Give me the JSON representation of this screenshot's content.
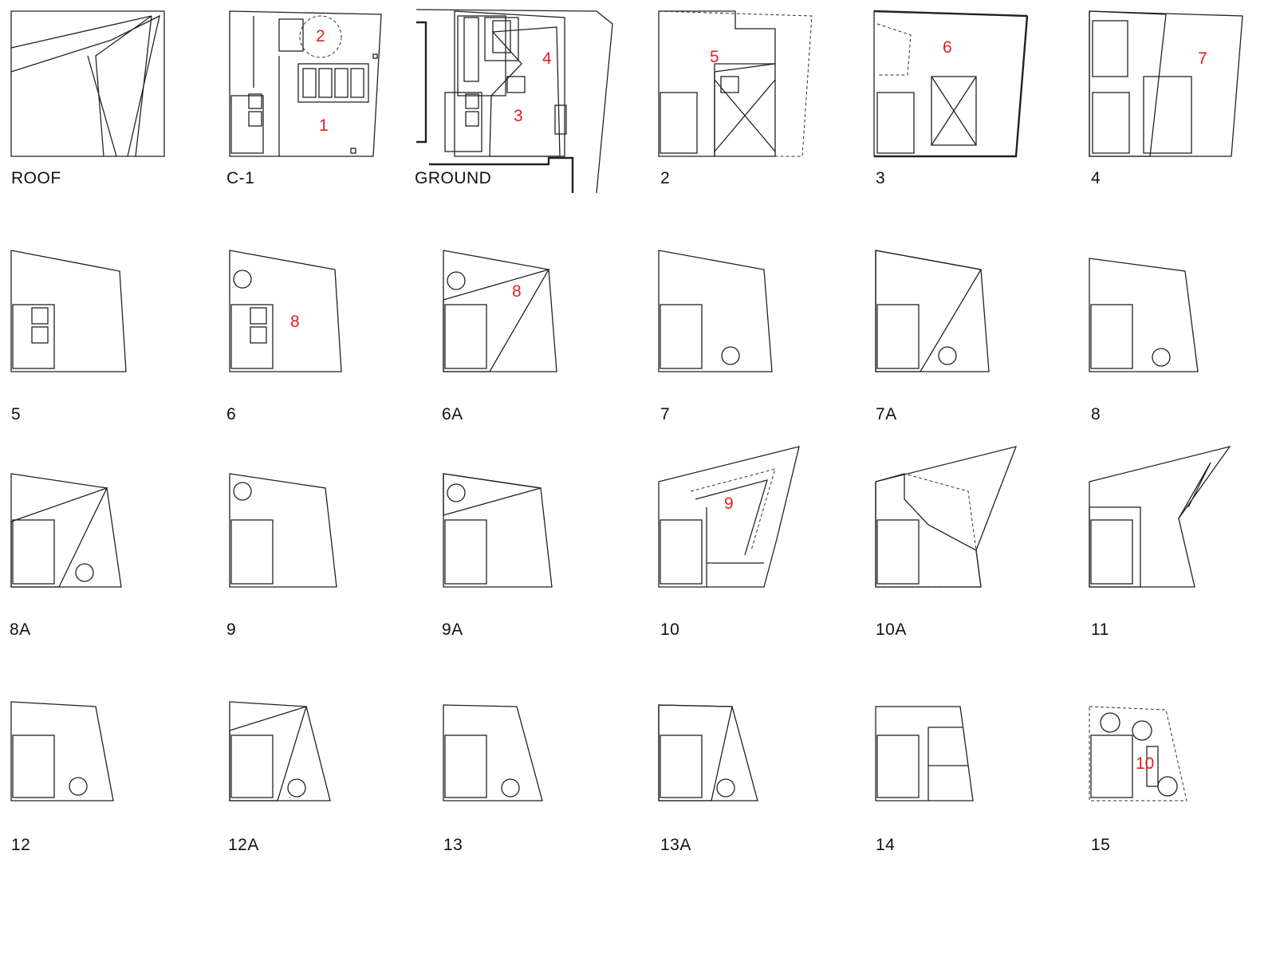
{
  "colors": {
    "grey": "#cccccc",
    "yellow": "#fcfac8",
    "blue": "#d9ecfa",
    "green": "#edf8dd",
    "lavender": "#dcd8fa",
    "magenta": "#f4b4ec",
    "red_label": "#e0201e",
    "line": "#222222"
  },
  "plans": [
    {
      "label": "ROOF"
    },
    {
      "label": "C-1",
      "zones": [
        "1",
        "2"
      ]
    },
    {
      "label": "GROUND",
      "zones": [
        "3",
        "4"
      ]
    },
    {
      "label": "2",
      "zones": [
        "5"
      ]
    },
    {
      "label": "3",
      "zones": [
        "6"
      ]
    },
    {
      "label": "4",
      "zones": [
        "7"
      ]
    },
    {
      "label": "5"
    },
    {
      "label": "6",
      "zones": [
        "8"
      ]
    },
    {
      "label": "6A",
      "zones": [
        "8"
      ]
    },
    {
      "label": "7"
    },
    {
      "label": "7A"
    },
    {
      "label": "8"
    },
    {
      "label": "8A"
    },
    {
      "label": "9"
    },
    {
      "label": "9A"
    },
    {
      "label": "10",
      "zones": [
        "9"
      ]
    },
    {
      "label": "10A"
    },
    {
      "label": "11"
    },
    {
      "label": "12"
    },
    {
      "label": "12A"
    },
    {
      "label": "13"
    },
    {
      "label": "13A"
    },
    {
      "label": "14"
    },
    {
      "label": "15",
      "zones": [
        "10"
      ]
    }
  ]
}
